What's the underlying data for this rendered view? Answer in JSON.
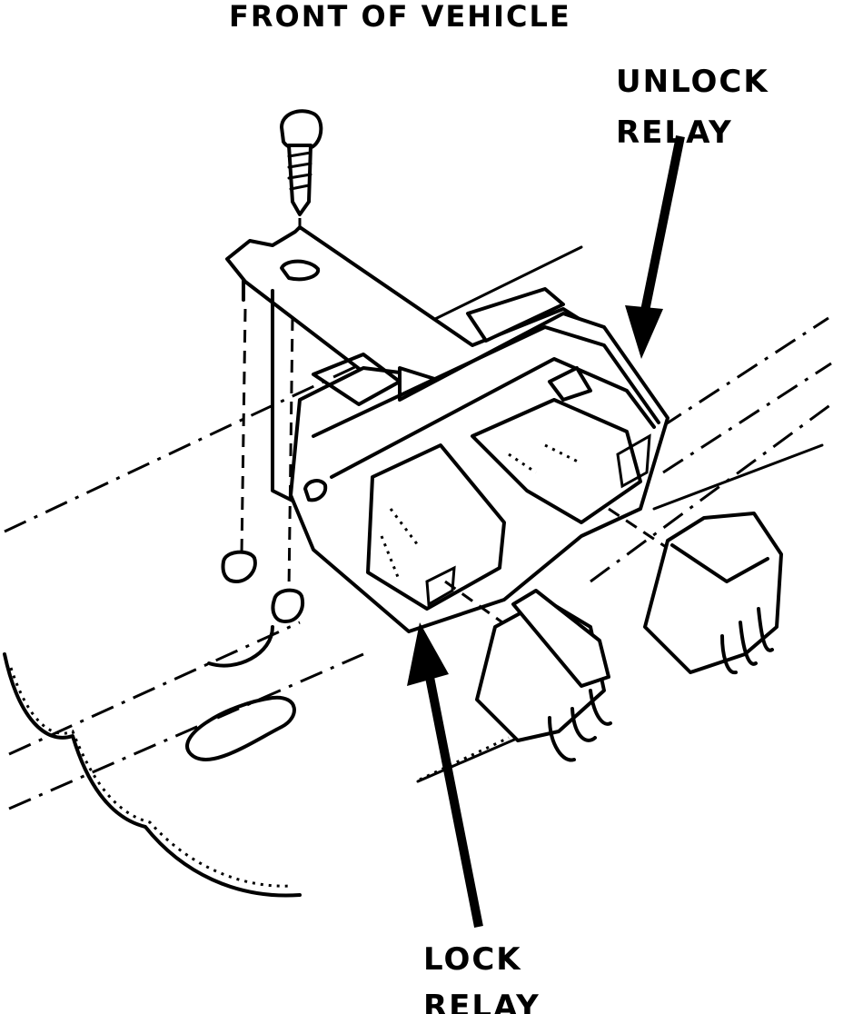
{
  "labels": {
    "front": "FRONT OF VEHICLE",
    "unlock_line1": "UNLOCK",
    "unlock_line2": "RELAY",
    "lock_line1": "LOCK",
    "lock_line2": "RELAY"
  }
}
